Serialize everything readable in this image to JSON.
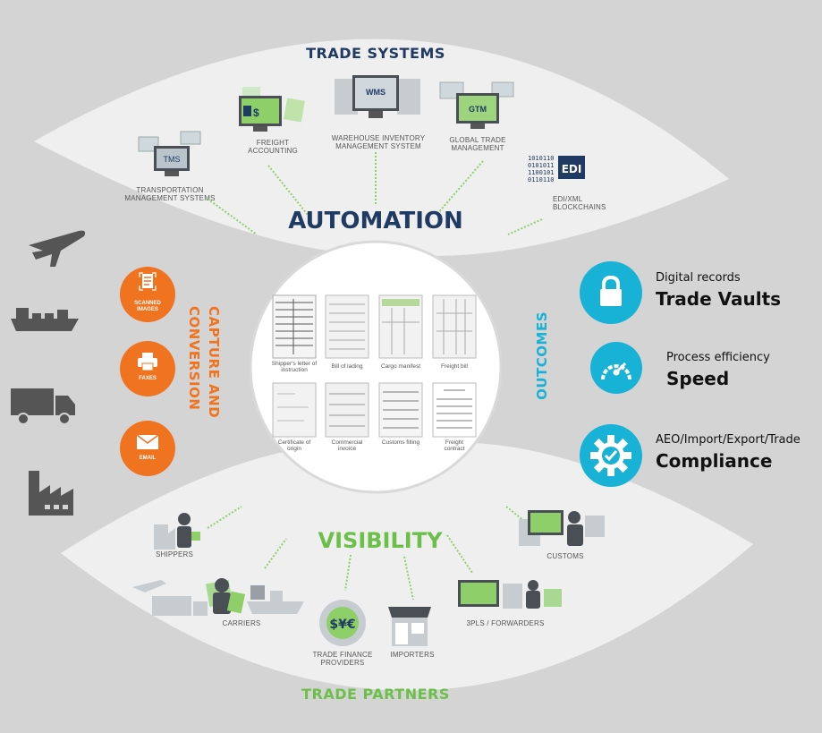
{
  "colors": {
    "background": "#d4d4d4",
    "lens": "#efefef",
    "navy": "#1f3b63",
    "green": "#6cc04a",
    "orange": "#f07320",
    "cyan": "#17b2d6",
    "mode_gray": "#555555"
  },
  "trade_systems": {
    "title": "TRADE SYSTEMS",
    "tms": "TRANSPORTATION MANAGEMENT SYSTEMS",
    "tms_screen": "TMS",
    "freight": "FREIGHT ACCOUNTING",
    "wms": "WAREHOUSE INVENTORY MANAGEMENT SYSTEM",
    "wms_screen": "WMS",
    "gtm": "GLOBAL TRADE MANAGEMENT",
    "gtm_screen": "GTM",
    "edi": "EDI/XML BLOCKCHAINS",
    "edi_badge": "EDI",
    "banner": "AUTOMATION"
  },
  "capture": {
    "title_line1": "CAPTURE AND",
    "title_line2": "CONVERSION",
    "items": [
      {
        "label": "SCANNED IMAGES",
        "icon": "scanner-icon"
      },
      {
        "label": "FAXES",
        "icon": "printer-icon"
      },
      {
        "label": "EMAIL",
        "icon": "envelope-icon"
      }
    ]
  },
  "documents": [
    "Shipper's letter of instruction",
    "Bill of lading",
    "Cargo manifest",
    "Freight bill",
    "Certificate of origin",
    "Commercial invoice",
    "Customs filling",
    "Freight contract"
  ],
  "outcomes": {
    "title": "OUTCOMES",
    "items": [
      {
        "small": "Digital records",
        "big": "Trade Vaults",
        "icon": "lock-icon"
      },
      {
        "small": "Process efficiency",
        "big": "Speed",
        "icon": "speedometer-icon"
      },
      {
        "small": "AEO/Import/Export/Trade",
        "big": "Compliance",
        "icon": "gear-check-icon"
      }
    ]
  },
  "modes": [
    "airplane-icon",
    "ship-icon",
    "truck-icon",
    "factory-icon"
  ],
  "partners": {
    "banner": "VISIBILITY",
    "title": "TRADE PARTNERS",
    "shippers": "SHIPPERS",
    "carriers": "CARRIERS",
    "finance": "TRADE FINANCE PROVIDERS",
    "importers": "IMPORTERS",
    "forwarders": "3PLs / FORWARDERS",
    "customs": "CUSTOMS",
    "finance_symbols": "$¥€"
  }
}
